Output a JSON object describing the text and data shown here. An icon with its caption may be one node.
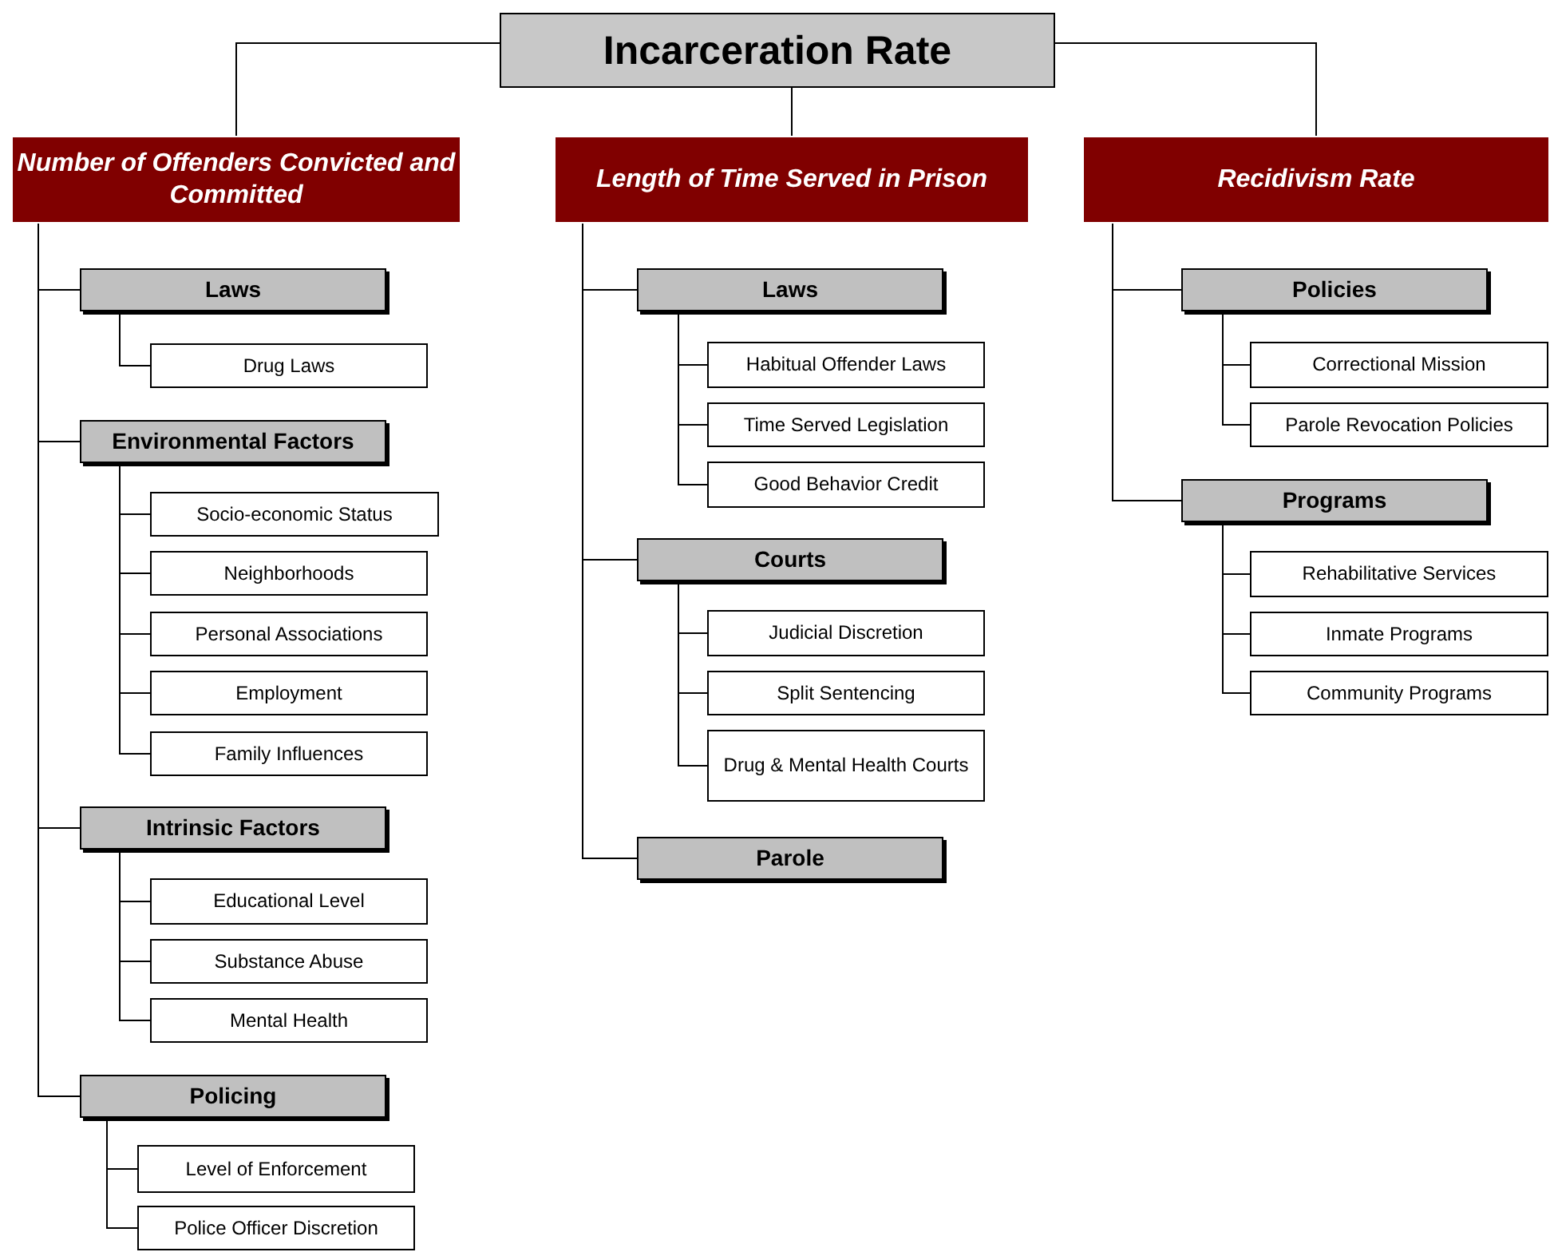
{
  "diagram": {
    "nodes": [
      {
        "text": [
          "Incarceration Rate"
        ]
      },
      {
        "text": [
          "Number of Offenders Convicted and Committed"
        ]
      },
      {
        "text": [
          "Laws"
        ]
      },
      {
        "text": [
          "Drug Laws"
        ]
      },
      {
        "text": [
          "Environmental Factors"
        ]
      },
      {
        "text": [
          "Socio-economic Status"
        ]
      },
      {
        "text": [
          "Neighborhoods"
        ]
      },
      {
        "text": [
          "Personal Associations"
        ]
      },
      {
        "text": [
          "Employment"
        ]
      },
      {
        "text": [
          "Family Influences"
        ]
      },
      {
        "text": [
          "Intrinsic Factors"
        ]
      },
      {
        "text": [
          "Educational Level"
        ]
      },
      {
        "text": [
          "Substance Abuse"
        ]
      },
      {
        "text": [
          "Mental Health"
        ]
      },
      {
        "text": [
          "Policing"
        ]
      },
      {
        "text": [
          "Level of Enforcement"
        ]
      },
      {
        "text": [
          "Police Officer Discretion"
        ]
      },
      {
        "text": [
          "Length of Time Served in Prison"
        ]
      },
      {
        "text": [
          "Laws"
        ]
      },
      {
        "text": [
          "Habitual Offender Laws"
        ]
      },
      {
        "text": [
          "Time Served Legislation"
        ]
      },
      {
        "text": [
          "Good Behavior Credit"
        ]
      },
      {
        "text": [
          "Courts"
        ]
      },
      {
        "text": [
          "Judicial Discretion"
        ]
      },
      {
        "text": [
          "Split Sentencing"
        ]
      },
      {
        "text": [
          "Drug & Mental Health Courts"
        ]
      },
      {
        "text": [
          "Parole"
        ]
      },
      {
        "text": [
          "Recidivism Rate"
        ]
      },
      {
        "text": [
          "Policies"
        ]
      },
      {
        "text": [
          "Correctional Mission"
        ]
      },
      {
        "text": [
          "Parole Revocation Policies"
        ]
      },
      {
        "text": [
          "Programs"
        ]
      },
      {
        "text": [
          "Rehabilitative Services"
        ]
      },
      {
        "text": [
          "Inmate Programs"
        ]
      },
      {
        "text": [
          "Community Programs"
        ]
      }
    ],
    "edges": [
      {
        "from": 0,
        "to": 1,
        "arrow": "none"
      },
      {
        "from": 0,
        "to": 17,
        "arrow": "none"
      },
      {
        "from": 0,
        "to": 27,
        "arrow": "none"
      },
      {
        "from": 1,
        "to": 2,
        "arrow": "none"
      },
      {
        "from": 1,
        "to": 4,
        "arrow": "none"
      },
      {
        "from": 1,
        "to": 10,
        "arrow": "none"
      },
      {
        "from": 1,
        "to": 14,
        "arrow": "none"
      },
      {
        "from": 2,
        "to": 3,
        "arrow": "none"
      },
      {
        "from": 4,
        "to": 5,
        "arrow": "none"
      },
      {
        "from": 4,
        "to": 6,
        "arrow": "none"
      },
      {
        "from": 4,
        "to": 7,
        "arrow": "none"
      },
      {
        "from": 4,
        "to": 8,
        "arrow": "none"
      },
      {
        "from": 4,
        "to": 9,
        "arrow": "none"
      },
      {
        "from": 10,
        "to": 11,
        "arrow": "none"
      },
      {
        "from": 10,
        "to": 12,
        "arrow": "none"
      },
      {
        "from": 10,
        "to": 13,
        "arrow": "none"
      },
      {
        "from": 14,
        "to": 15,
        "arrow": "none"
      },
      {
        "from": 14,
        "to": 16,
        "arrow": "none"
      },
      {
        "from": 17,
        "to": 18,
        "arrow": "none"
      },
      {
        "from": 17,
        "to": 22,
        "arrow": "none"
      },
      {
        "from": 17,
        "to": 26,
        "arrow": "none"
      },
      {
        "from": 18,
        "to": 19,
        "arrow": "none"
      },
      {
        "from": 18,
        "to": 20,
        "arrow": "none"
      },
      {
        "from": 18,
        "to": 21,
        "arrow": "none"
      },
      {
        "from": 22,
        "to": 23,
        "arrow": "none"
      },
      {
        "from": 22,
        "to": 24,
        "arrow": "none"
      },
      {
        "from": 22,
        "to": 25,
        "arrow": "none"
      },
      {
        "from": 27,
        "to": 28,
        "arrow": "none"
      },
      {
        "from": 27,
        "to": 31,
        "arrow": "none"
      },
      {
        "from": 28,
        "to": 29,
        "arrow": "none"
      },
      {
        "from": 28,
        "to": 30,
        "arrow": "none"
      },
      {
        "from": 31,
        "to": 32,
        "arrow": "none"
      },
      {
        "from": 31,
        "to": 33,
        "arrow": "none"
      },
      {
        "from": 31,
        "to": 34,
        "arrow": "none"
      }
    ]
  }
}
